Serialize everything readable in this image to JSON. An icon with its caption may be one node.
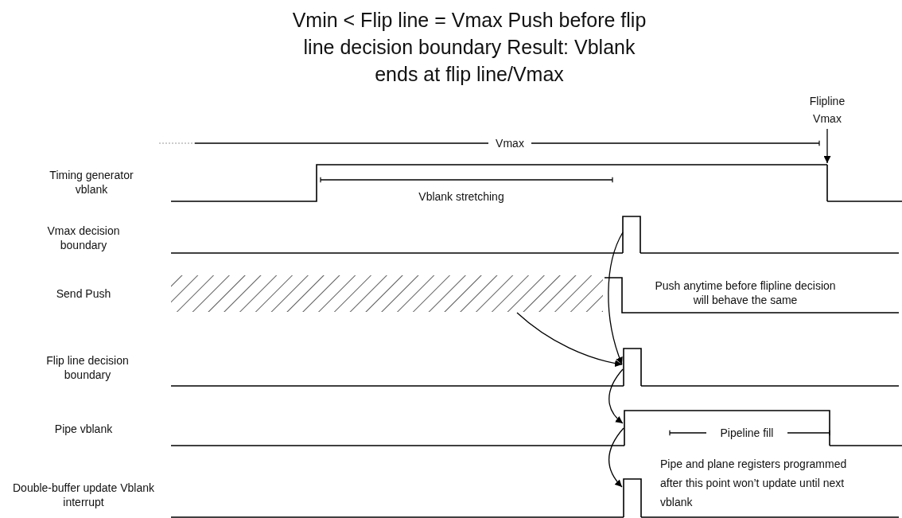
{
  "diagram": {
    "title": "Vmin < Flip line = Vmax Push before flip line decision boundary Result: Vblank ends at flip line/Vmax",
    "nodes": [
      {
        "text": [
          "Flipline Vmax"
        ]
      },
      {
        "text": [],
        "shape": "bar"
      },
      {
        "text": [],
        "shape": "bar"
      },
      {
        "text": [],
        "shape": "box"
      },
      {
        "text": [],
        "shape": "bar"
      },
      {
        "text": [],
        "shape": "bar"
      },
      {
        "text": [],
        "shape": "bar"
      }
    ],
    "edges": [
      {
        "from": 0,
        "to": 1,
        "arrow": "to"
      },
      {
        "from": 2,
        "to": 4,
        "arrow": "to"
      },
      {
        "from": 3,
        "to": 4,
        "arrow": "to"
      },
      {
        "from": 4,
        "to": 5,
        "arrow": "to"
      },
      {
        "from": 5,
        "to": 6,
        "arrow": "to"
      }
    ],
    "labels": [
      "Vmax",
      "Timing generator vblank",
      "Vblank stretching",
      "Vmax decision boundary",
      "Send Push",
      "Push anytime before flipline decision will behave the same",
      "Flip line decision boundary",
      "Pipe vblank",
      "Pipeline fill",
      "Double-buffer update Vblank interrupt",
      "Pipe and plane registers programmed after this point won’t update until next vblank"
    ]
  }
}
